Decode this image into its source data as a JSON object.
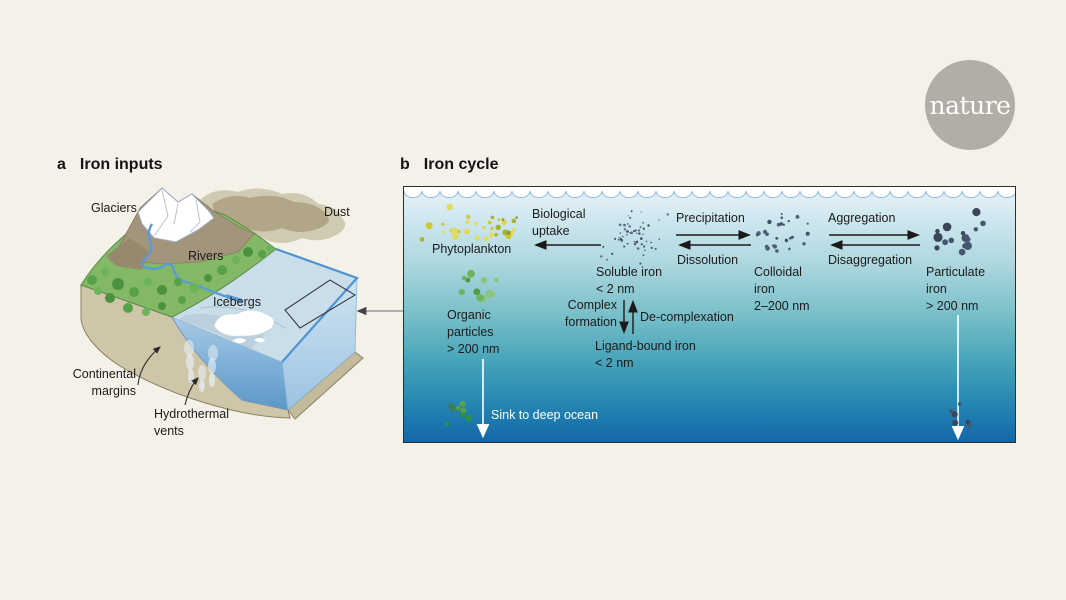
{
  "colors": {
    "background": "#f3f1e8",
    "logo_circle": "#b1aea7",
    "ocean_top": "#eaf4f9",
    "ocean_bottom": "#1467a7",
    "land_green": "#83b966",
    "soil_tan": "#cfc5a8",
    "dust_brown": "#b3a98d",
    "iron_particle_navy": "#3d4e66",
    "phytoplankton_yellow": "#c9c32e",
    "organic_green": "#4f9e46"
  },
  "logo": {
    "wordmark": "nature"
  },
  "panel_a": {
    "letter": "a",
    "title": "Iron inputs",
    "labels": {
      "glaciers": "Glaciers",
      "dust": "Dust",
      "rivers": "Rivers",
      "icebergs": "Icebergs",
      "continental_margins": "Continental\nmargins",
      "hydrothermal_vents": "Hydrothermal\nvents"
    }
  },
  "panel_b": {
    "letter": "b",
    "title": "Iron cycle",
    "labels": {
      "phytoplankton": "Phytoplankton",
      "biological_uptake": "Biological\nuptake",
      "soluble_iron": "Soluble iron\n< 2 nm",
      "precipitation": "Precipitation",
      "dissolution": "Dissolution",
      "colloidal_iron": "Colloidal\niron\n2–200 nm",
      "aggregation": "Aggregation",
      "disaggregation": "Disaggregation",
      "particulate_iron": "Particulate\niron\n> 200 nm",
      "complex_formation": "Complex\nformation",
      "de_complexation": "De-complexation",
      "ligand_bound_iron": "Ligand-bound iron\n< 2 nm",
      "organic_particles": "Organic\nparticles\n> 200 nm",
      "sink_to_deep_ocean": "Sink to deep ocean"
    }
  }
}
